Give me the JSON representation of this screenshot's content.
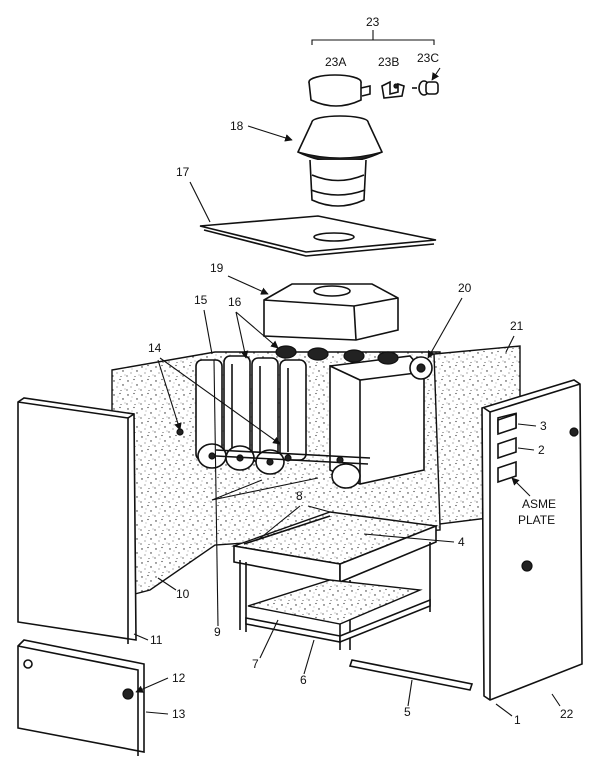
{
  "labels": {
    "p1": "1",
    "p2": "2",
    "p3": "3",
    "p4": "4",
    "p5": "5",
    "p6": "6",
    "p7": "7",
    "p8": "8",
    "p9": "9",
    "p10": "10",
    "p11": "11",
    "p12": "12",
    "p13": "13",
    "p14": "14",
    "p15": "15",
    "p16": "16",
    "p17": "17",
    "p18": "18",
    "p19": "19",
    "p20": "20",
    "p21": "21",
    "p22": "22",
    "p23": "23",
    "p23a": "23A",
    "p23b": "23B",
    "p23c": "23C",
    "asme_line1": "ASME",
    "asme_line2": "PLATE"
  }
}
